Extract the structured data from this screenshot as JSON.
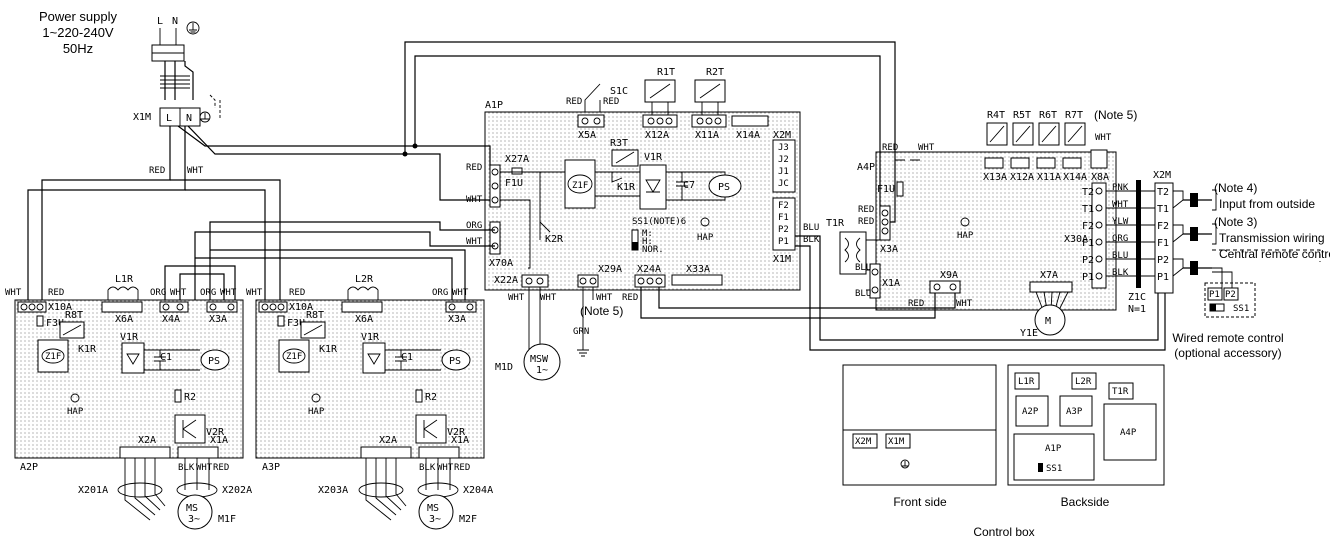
{
  "power": {
    "title": "Power supply",
    "spec": "1~220-240V",
    "freq": "50Hz",
    "l": "L",
    "n": "N",
    "x1m": "X1M"
  },
  "wires": {
    "red": "RED",
    "wht": "WHT",
    "blk": "BLK",
    "org": "ORG",
    "blu": "BLU",
    "pnk": "PNK",
    "ylw": "YLW",
    "grn": "GRN"
  },
  "a1p": {
    "name": "A1P",
    "s1c": "S1C",
    "r1t": "R1T",
    "r2t": "R2T",
    "r3t": "R3T",
    "x5a": "X5A",
    "x12a": "X12A",
    "x11a": "X11A",
    "x14a": "X14A",
    "x2m": "X2M",
    "x27a": "X27A",
    "f1u": "F1U",
    "z1f": "Z1F",
    "k1r": "K1R",
    "k2r": "K2R",
    "v1r": "V1R",
    "c7": "C7",
    "ps": "PS",
    "ss1": "SS1(NOTE)6",
    "m": "M:",
    "h": "H:",
    "nor": "NOR.",
    "hap": "HAP",
    "j3": "J3",
    "j2": "J2",
    "j1": "J1",
    "jc": "JC",
    "f2": "F2",
    "f1": "F1",
    "p2": "P2",
    "p1": "P1",
    "x1m": "X1M",
    "x70a": "X70A",
    "x22a": "X22A",
    "x29a": "X29A",
    "x24a": "X24A",
    "x33a": "X33A",
    "note5": "(Note 5)",
    "m1d": "M1D",
    "msw": "MSW",
    "msw_ph": "1~"
  },
  "a2p": {
    "name": "A2P",
    "l1r": "L1R",
    "x10a": "X10A",
    "x6a": "X6A",
    "x4a": "X4A",
    "x3a": "X3A",
    "f3u": "F3U",
    "r8t": "R8T",
    "k1r": "K1R",
    "z1f": "Z1F",
    "v1r": "V1R",
    "c1": "C1",
    "ps": "PS",
    "r2": "R2",
    "hap": "HAP",
    "v2r": "V2R",
    "x2a": "X2A",
    "x1a": "X1A",
    "x201a": "X201A",
    "x202a": "X202A",
    "motor": "MS",
    "ph": "3~",
    "mf": "M1F"
  },
  "a3p": {
    "name": "A3P",
    "l2r": "L2R",
    "x10a": "X10A",
    "x6a": "X6A",
    "x3a": "X3A",
    "f3u": "F3U",
    "r8t": "R8T",
    "k1r": "K1R",
    "z1f": "Z1F",
    "v1r": "V1R",
    "c1": "C1",
    "ps": "PS",
    "r2": "R2",
    "hap": "HAP",
    "v2r": "V2R",
    "x2a": "X2A",
    "x1a": "X1A",
    "x203a": "X203A",
    "x204a": "X204A",
    "motor": "MS",
    "ph": "3~",
    "mf": "M2F"
  },
  "a4p": {
    "name": "A4P",
    "r4t": "R4T",
    "r5t": "R5T",
    "r6t": "R6T",
    "r7t": "R7T",
    "note5": "(Note 5)",
    "x13a": "X13A",
    "x12a": "X12A",
    "x11a": "X11A",
    "x14a": "X14A",
    "x8a": "X8A",
    "f1u": "F1U",
    "t1r": "T1R",
    "x3a": "X3A",
    "x1a": "X1A",
    "x9a": "X9A",
    "x7a": "X7A",
    "x30a": "X30A",
    "hap": "HAP",
    "t2": "T2",
    "t1": "T1",
    "f2": "F2",
    "f1": "F1",
    "p2": "P2",
    "p1": "P1",
    "y1e": "Y1E",
    "m": "M"
  },
  "right": {
    "x2m": "X2M",
    "t2": "T2",
    "t1": "T1",
    "f2": "F2",
    "f1": "F1",
    "pz": "P2",
    "pi": "P1",
    "note4": "(Note 4)",
    "input": "Input from outside",
    "note3": "(Note 3)",
    "transmission": "Transmission wiring",
    "central": "Central remote control",
    "z1c": "Z1C",
    "n1": "N=1",
    "rp1": "P1",
    "rp2": "P2",
    "ss1": "SS1",
    "wired": "Wired remote control",
    "optional": "(optional accessory)"
  },
  "controlbox": {
    "x2m": "X2M",
    "x1m": "X1M",
    "front": "Front side",
    "l1r": "L1R",
    "l2r": "L2R",
    "t1r": "T1R",
    "a2p": "A2P",
    "a3p": "A3P",
    "a1p": "A1P",
    "a4p": "A4P",
    "ss1": "SS1",
    "back": "Backside",
    "title": "Control box"
  }
}
